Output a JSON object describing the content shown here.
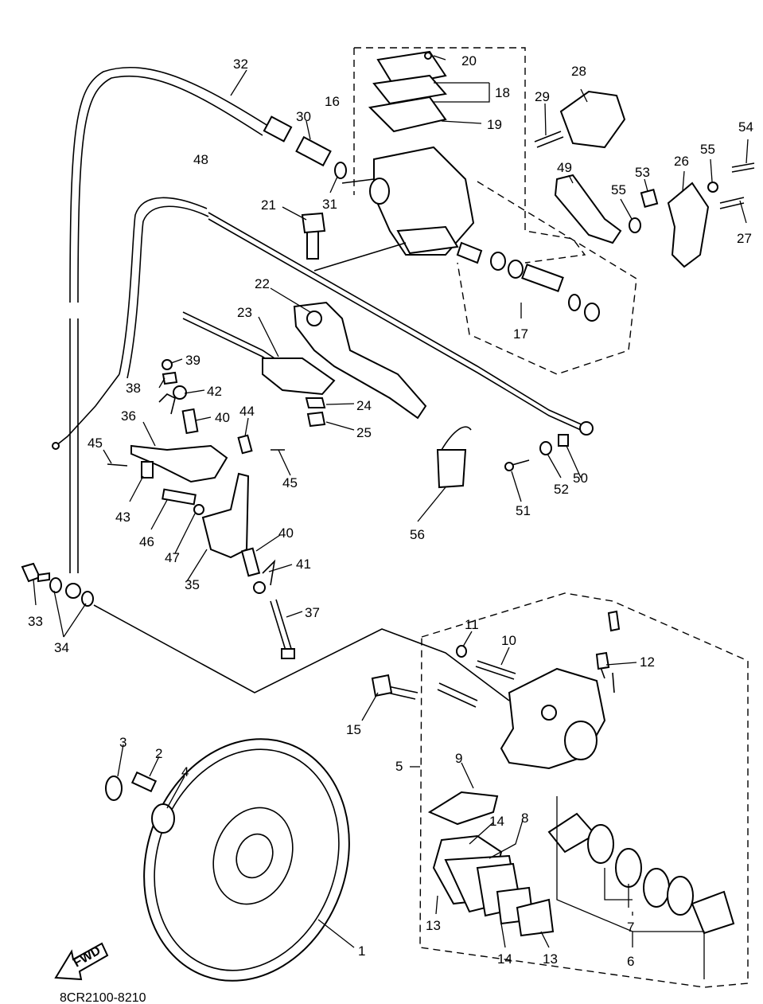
{
  "diagram": {
    "drawing_code": "8CR2100-8210",
    "fwd_label": "FWD",
    "callouts": [
      "1",
      "2",
      "3",
      "4",
      "5",
      "6",
      "7",
      "8",
      "9",
      "10",
      "11",
      "12",
      "13",
      "13",
      "14",
      "14",
      "15",
      "16",
      "17",
      "18",
      "19",
      "20",
      "21",
      "22",
      "23",
      "24",
      "25",
      "26",
      "27",
      "28",
      "29",
      "30",
      "31",
      "32",
      "33",
      "34",
      "35",
      "36",
      "37",
      "38",
      "39",
      "40",
      "40",
      "41",
      "42",
      "43",
      "44",
      "45",
      "45",
      "46",
      "47",
      "48",
      "49",
      "50",
      "51",
      "52",
      "53",
      "54",
      "55",
      "55",
      "56"
    ]
  }
}
